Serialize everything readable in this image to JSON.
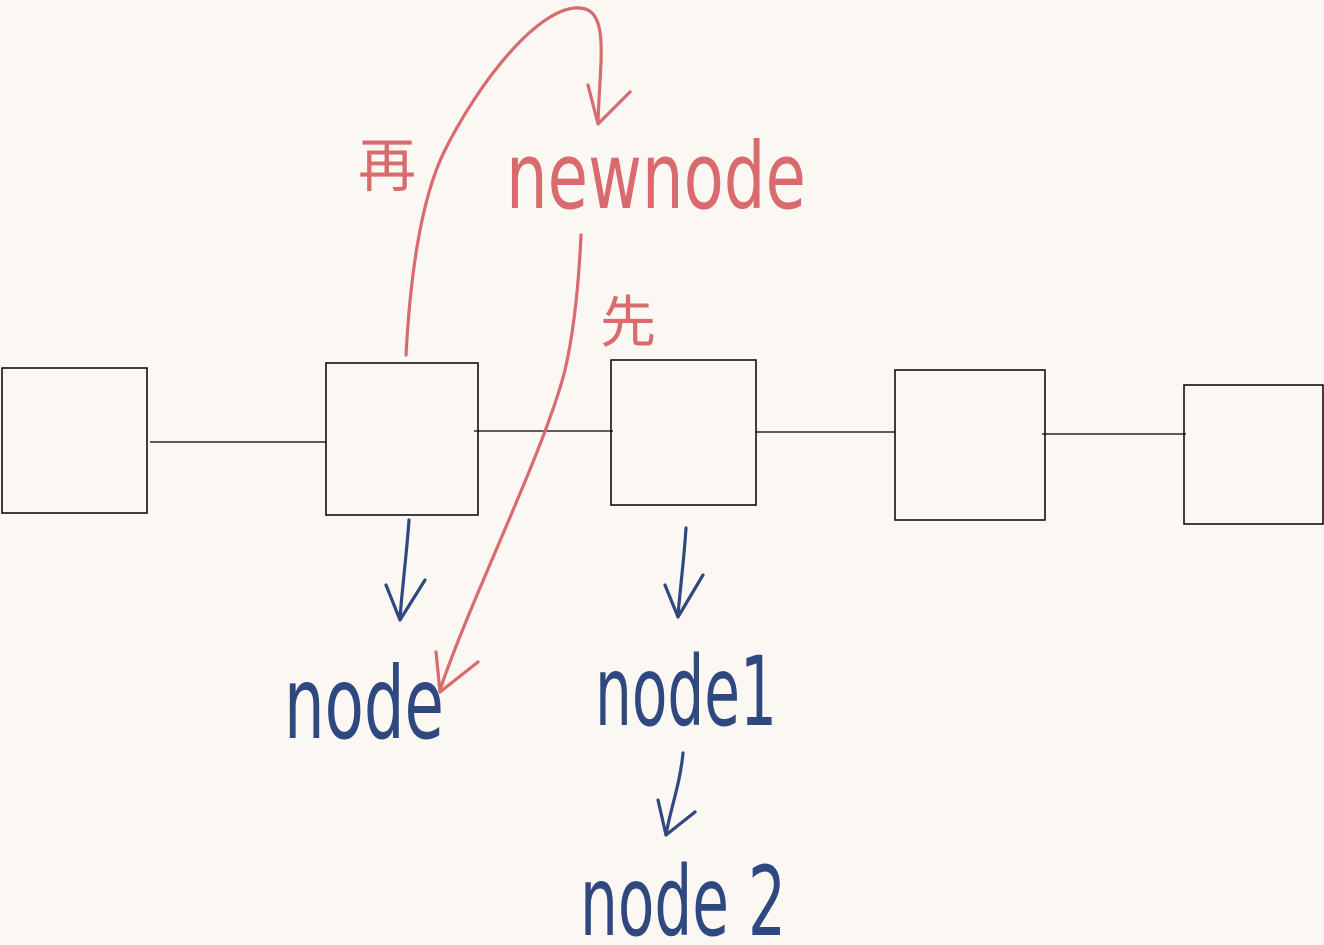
{
  "colors": {
    "background": "#fbf8f3",
    "box_stroke": "#000000",
    "red_ink": "#d96a6e",
    "blue_ink": "#2f4880"
  },
  "labels": {
    "newnode": "newnode",
    "step_first": "先",
    "step_then": "再",
    "node": "node",
    "node1": "node1",
    "node2": "node 2"
  }
}
